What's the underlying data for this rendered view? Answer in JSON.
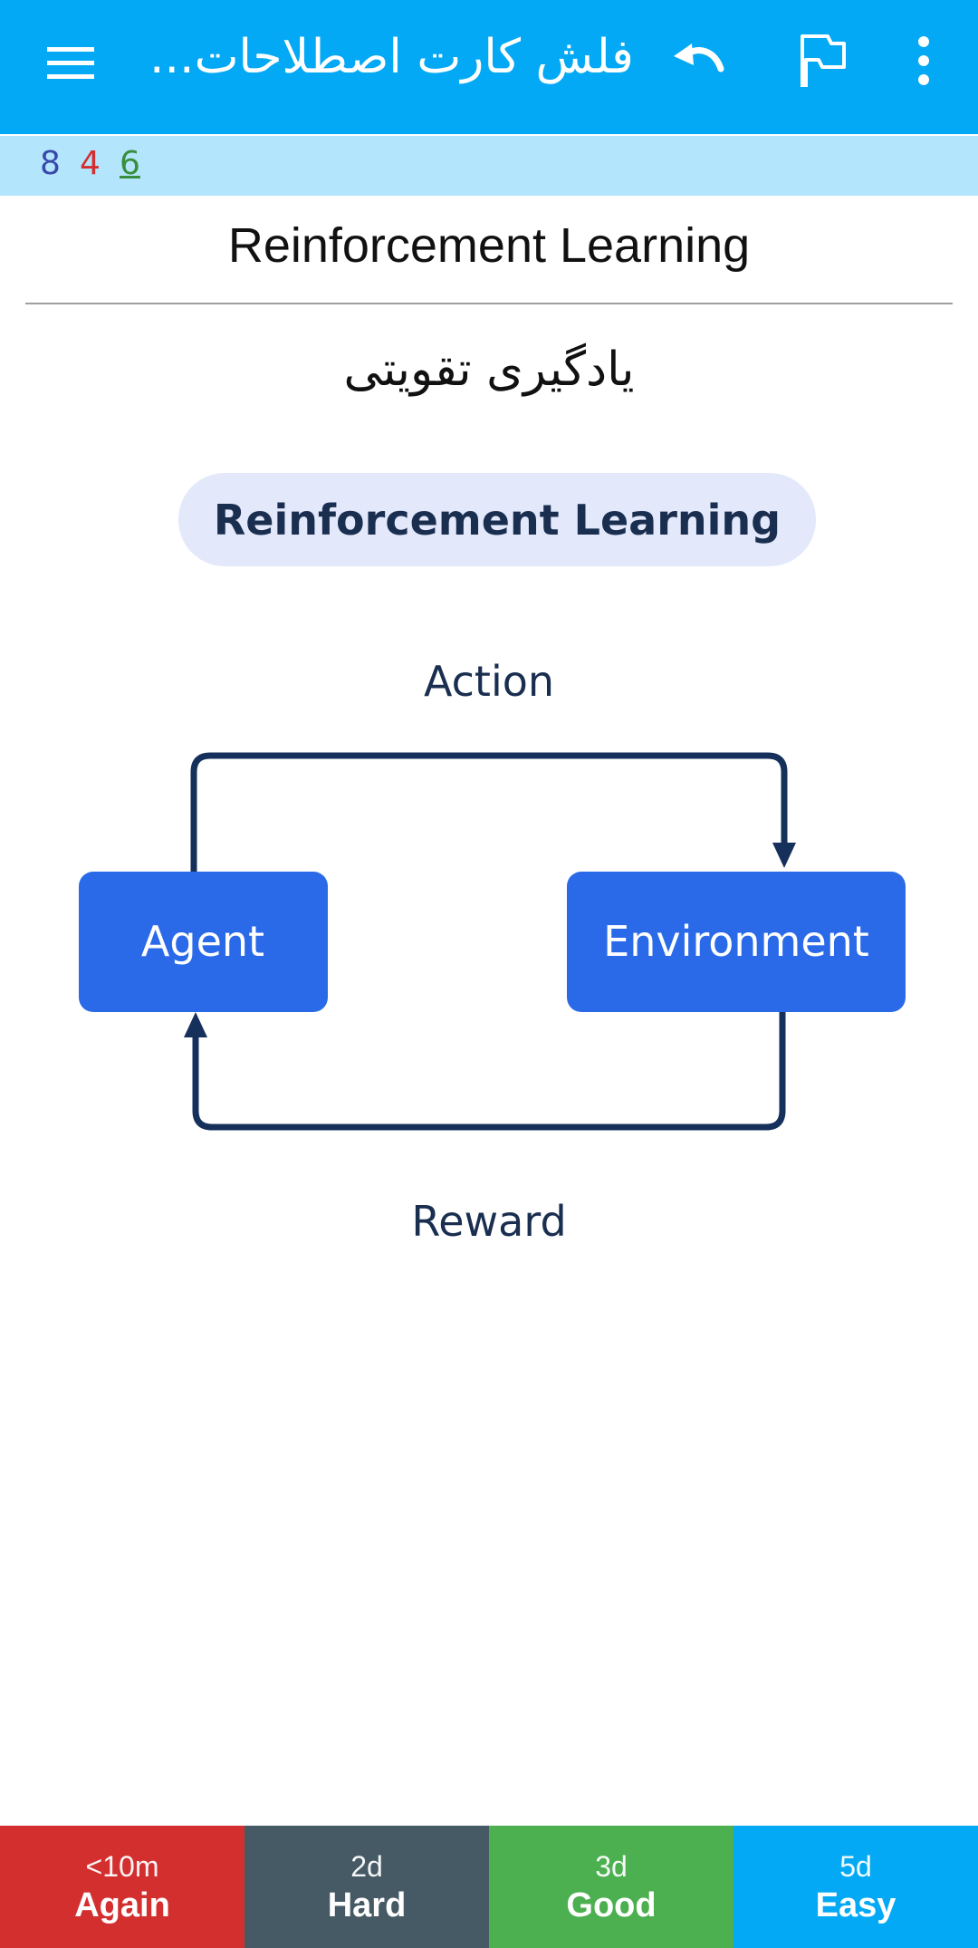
{
  "toolbar": {
    "title": "فلش کارت اصطلاحات...",
    "icons": [
      "menu-icon",
      "undo-icon",
      "flag-icon",
      "more-vert-icon"
    ]
  },
  "counts": {
    "new": "8",
    "learning": "4",
    "review": "6"
  },
  "card": {
    "front": "Reinforcement Learning",
    "back": "یادگیری تقویتی",
    "diagram": {
      "title": "Reinforcement Learning",
      "action": "Action",
      "agent": "Agent",
      "environment": "Environment",
      "reward": "Reward"
    }
  },
  "answers": {
    "again": {
      "interval": "<10m",
      "label": "Again"
    },
    "hard": {
      "interval": "2d",
      "label": "Hard"
    },
    "good": {
      "interval": "3d",
      "label": "Good"
    },
    "easy": {
      "interval": "5d",
      "label": "Easy"
    }
  },
  "colors": {
    "toolbar": "#03a9f4",
    "count_bar": "#b3e5fc",
    "new": "#3949ab",
    "learning": "#d32f2f",
    "review": "#388e3c",
    "diagram_box": "#2a6ae9",
    "diagram_pill": "#e3e9fb",
    "diagram_text": "#1a2e50",
    "again": "#d32f2f",
    "hard": "#455a64",
    "good": "#4caf50",
    "easy": "#03a9f4"
  }
}
